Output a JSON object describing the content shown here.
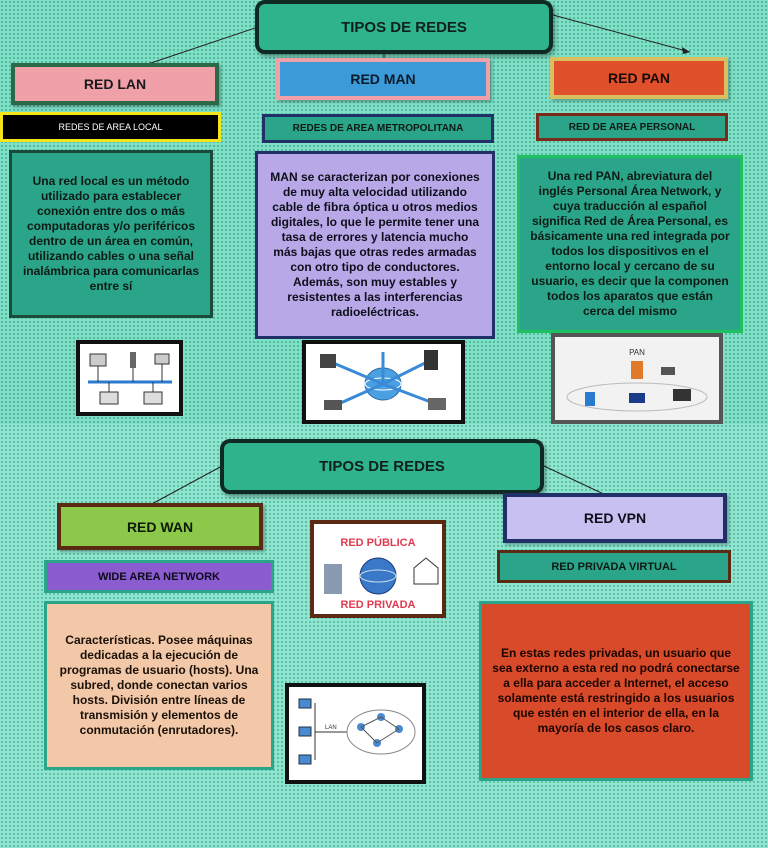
{
  "top": {
    "title": "TIPOS DE REDES",
    "lan": {
      "header": "RED LAN",
      "subtitle": "REDES DE AREA LOCAL",
      "text": "Una red local es un método utilizado para establecer conexión entre dos o más computadoras y/o periféricos dentro de un área en común, utilizando cables o una señal inalámbrica para comunicarlas entre sí"
    },
    "man": {
      "header": "RED MAN",
      "subtitle": "REDES DE AREA METROPOLITANA",
      "text": "MAN se caracterizan por conexiones de muy alta velocidad utilizando cable de fibra óptica u otros medios digitales, lo que le permite tener una tasa de errores y latencia mucho más bajas que otras redes armadas con otro tipo de conductores. Además, son muy estables y resistentes a las interferencias radioeléctricas."
    },
    "pan": {
      "header": "RED PAN",
      "subtitle": "RED DE AREA PERSONAL",
      "text": "Una red PAN, abreviatura del inglés Personal Área Network, y cuya traducción al español significa Red de Área Personal, es básicamente una red integrada por todos los dispositivos en el entorno local y cercano de su usuario, es decir que la componen todos los aparatos que están cerca del mismo",
      "image_label": "PAN"
    }
  },
  "bottom": {
    "title": "TIPOS DE REDES",
    "wan": {
      "header": "RED WAN",
      "subtitle": "WIDE AREA NETWORK",
      "text": "Características. Posee máquinas dedicadas a la ejecución de programas de usuario (hosts). Una subred, donde conectan varios hosts. División entre líneas de transmisión y elementos de conmutación (enrutadores)."
    },
    "vpn": {
      "header": "RED VPN",
      "subtitle": "RED PRIVADA VIRTUAL",
      "text": "En estas redes privadas, un usuario que sea externo a esta red no podrá conectarse a ella para acceder a Internet, el acceso solamente está restringido a los usuarios que estén en el interior de ella, en la mayoría de los casos claro."
    },
    "center_image": {
      "label_top": "RED PÚBLICA",
      "label_bottom": "RED PRIVADA"
    },
    "wan_image_label": "LAN"
  },
  "colors": {
    "lan_header": "#f0a0a8",
    "man_header": "#3c9ad8",
    "pan_header": "#e0502a",
    "man_text_bg": "#b8a8e8",
    "wan_header": "#8cc84a",
    "wan_sub": "#8a5cd0",
    "wan_text_bg": "#f2c8a8",
    "vpn_header": "#c8c0f0",
    "vpn_text_bg": "#d84a2a"
  }
}
